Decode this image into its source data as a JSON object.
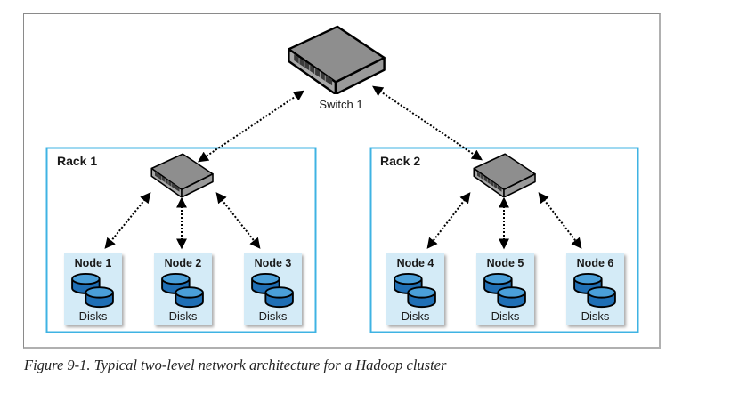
{
  "figure": {
    "caption": "Figure 9-1. Typical two-level network architecture for a Hadoop cluster"
  },
  "core_switch": {
    "label": "Switch 1",
    "icon": "network-switch-icon"
  },
  "racks": [
    {
      "label": "Rack 1",
      "switch_icon": "network-switch-icon",
      "nodes": [
        {
          "label": "Node 1",
          "storage_label": "Disks"
        },
        {
          "label": "Node 2",
          "storage_label": "Disks"
        },
        {
          "label": "Node 3",
          "storage_label": "Disks"
        }
      ]
    },
    {
      "label": "Rack 2",
      "switch_icon": "network-switch-icon",
      "nodes": [
        {
          "label": "Node 4",
          "storage_label": "Disks"
        },
        {
          "label": "Node 5",
          "storage_label": "Disks"
        },
        {
          "label": "Node 6",
          "storage_label": "Disks"
        }
      ]
    }
  ],
  "connections": [
    {
      "from": "Switch 1",
      "to": "Rack 1 switch",
      "style": "dotted-bidirectional"
    },
    {
      "from": "Switch 1",
      "to": "Rack 2 switch",
      "style": "dotted-bidirectional"
    },
    {
      "from": "Rack 1 switch",
      "to": "Node 1",
      "style": "dotted-bidirectional"
    },
    {
      "from": "Rack 1 switch",
      "to": "Node 2",
      "style": "dotted-bidirectional"
    },
    {
      "from": "Rack 1 switch",
      "to": "Node 3",
      "style": "dotted-bidirectional"
    },
    {
      "from": "Rack 2 switch",
      "to": "Node 4",
      "style": "dotted-bidirectional"
    },
    {
      "from": "Rack 2 switch",
      "to": "Node 5",
      "style": "dotted-bidirectional"
    },
    {
      "from": "Rack 2 switch",
      "to": "Node 6",
      "style": "dotted-bidirectional"
    }
  ],
  "colors": {
    "rack_border": "#3fb3e3",
    "node_fill": "#d4ebf7",
    "disk_fill": "#1f7dc2",
    "disk_top": "#4a9fd9",
    "switch_body": "#9a9a9a",
    "frame_border": "#8a8a8a"
  }
}
